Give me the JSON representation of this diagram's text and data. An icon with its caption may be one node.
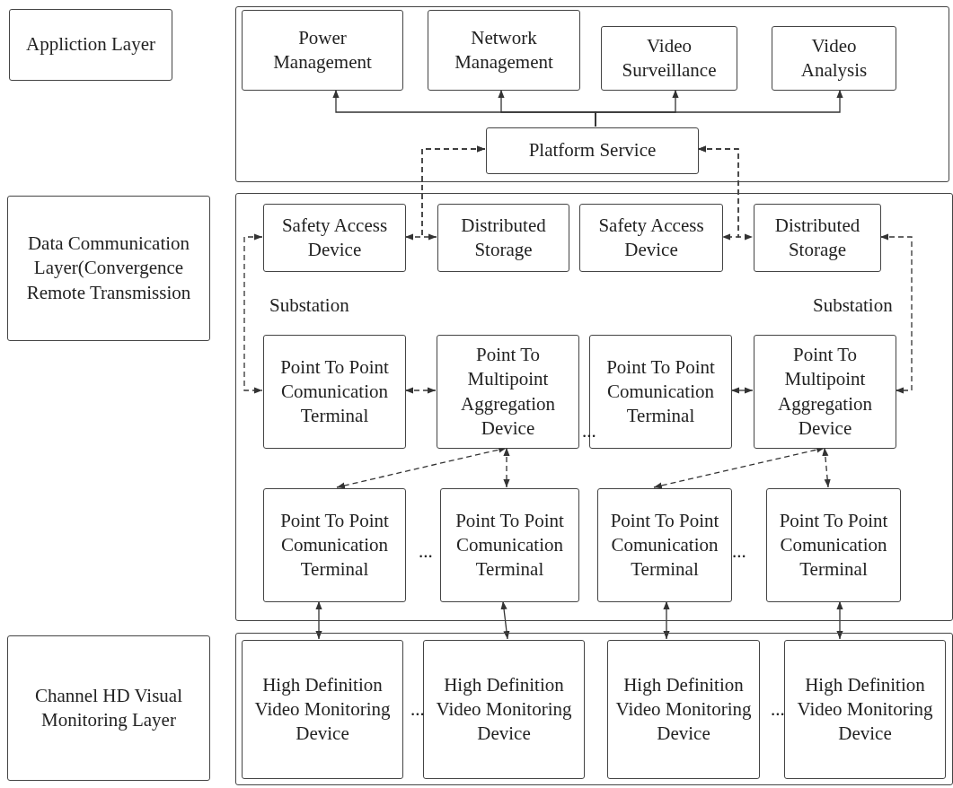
{
  "diagram": {
    "nodes": [
      {
        "text": [
          "Appliction Layer"
        ]
      },
      {
        "text": [],
        "shape": "box"
      },
      {
        "text": [
          "Power Management"
        ],
        "in": 1
      },
      {
        "text": [
          "Network Management"
        ],
        "in": 1
      },
      {
        "text": [
          "Video Surveillance"
        ],
        "in": 1
      },
      {
        "text": [
          "Video Analysis"
        ],
        "in": 1
      },
      {
        "text": [
          "Platform Service"
        ],
        "in": 1
      },
      {
        "text": [
          "Data Communication Layer(Convergence Remote Transmission"
        ]
      },
      {
        "text": [],
        "shape": "box"
      },
      {
        "text": [
          "Safety Access Device"
        ],
        "in": 8
      },
      {
        "text": [
          "Distributed Storage"
        ],
        "in": 8
      },
      {
        "text": [
          "Safety Access Device"
        ],
        "in": 8
      },
      {
        "text": [
          "Distributed Storage"
        ],
        "in": 8
      },
      {
        "text": [
          "Point To Point Comunication Terminal"
        ],
        "in": 8
      },
      {
        "text": [
          "Point To Multipoint Aggregation Device"
        ],
        "in": 8
      },
      {
        "text": [
          "Point To Point Comunication Terminal"
        ],
        "in": 8
      },
      {
        "text": [
          "Point To Multipoint Aggregation Device"
        ],
        "in": 8
      },
      {
        "text": [
          "Point To Point Comunication Terminal"
        ],
        "in": 8
      },
      {
        "text": [
          "Point To Point Comunication Terminal"
        ],
        "in": 8
      },
      {
        "text": [
          "Point To Point Comunication Terminal"
        ],
        "in": 8
      },
      {
        "text": [
          "Point To Point Comunication Terminal"
        ],
        "in": 8
      },
      {
        "text": [
          "Channel HD Visual Monitoring Layer"
        ]
      },
      {
        "text": [],
        "shape": "box"
      },
      {
        "text": [
          "High Definition Video Monitoring Device"
        ],
        "in": 22
      },
      {
        "text": [
          "High Definition Video Monitoring Device"
        ],
        "in": 22
      },
      {
        "text": [
          "High Definition Video Monitoring Device"
        ],
        "in": 22
      },
      {
        "text": [
          "High Definition Video Monitoring Device"
        ],
        "in": 22
      }
    ],
    "edges": [
      {
        "from": 6,
        "to": 2,
        "arrow": "to"
      },
      {
        "from": 6,
        "to": 3,
        "arrow": "to"
      },
      {
        "from": 6,
        "to": 4,
        "arrow": "to"
      },
      {
        "from": 6,
        "to": 5,
        "arrow": "to"
      },
      {
        "from": 6,
        "to": 9,
        "arrow": "both",
        "style": "dashed"
      },
      {
        "from": 6,
        "to": 10,
        "arrow": "both",
        "style": "dashed"
      },
      {
        "from": 6,
        "to": 11,
        "arrow": "both",
        "style": "dashed"
      },
      {
        "from": 6,
        "to": 12,
        "arrow": "both",
        "style": "dashed"
      },
      {
        "from": 9,
        "to": 13,
        "arrow": "both",
        "style": "dashed"
      },
      {
        "from": 12,
        "to": 16,
        "arrow": "both",
        "style": "dashed"
      },
      {
        "from": 13,
        "to": 14,
        "arrow": "both",
        "style": "dashed"
      },
      {
        "from": 15,
        "to": 16,
        "arrow": "both"
      },
      {
        "from": 14,
        "to": 17,
        "arrow": "both",
        "style": "dashed"
      },
      {
        "from": 14,
        "to": 18,
        "arrow": "both",
        "style": "dashed"
      },
      {
        "from": 16,
        "to": 19,
        "arrow": "both",
        "style": "dashed"
      },
      {
        "from": 16,
        "to": 20,
        "arrow": "both",
        "style": "dashed"
      },
      {
        "from": 17,
        "to": 23,
        "arrow": "both"
      },
      {
        "from": 18,
        "to": 24,
        "arrow": "both"
      },
      {
        "from": 19,
        "to": 25,
        "arrow": "both"
      },
      {
        "from": 20,
        "to": 26,
        "arrow": "both"
      }
    ],
    "labels": [
      "Substation",
      "Substation",
      "...",
      "...",
      "...",
      "...",
      "..."
    ]
  }
}
